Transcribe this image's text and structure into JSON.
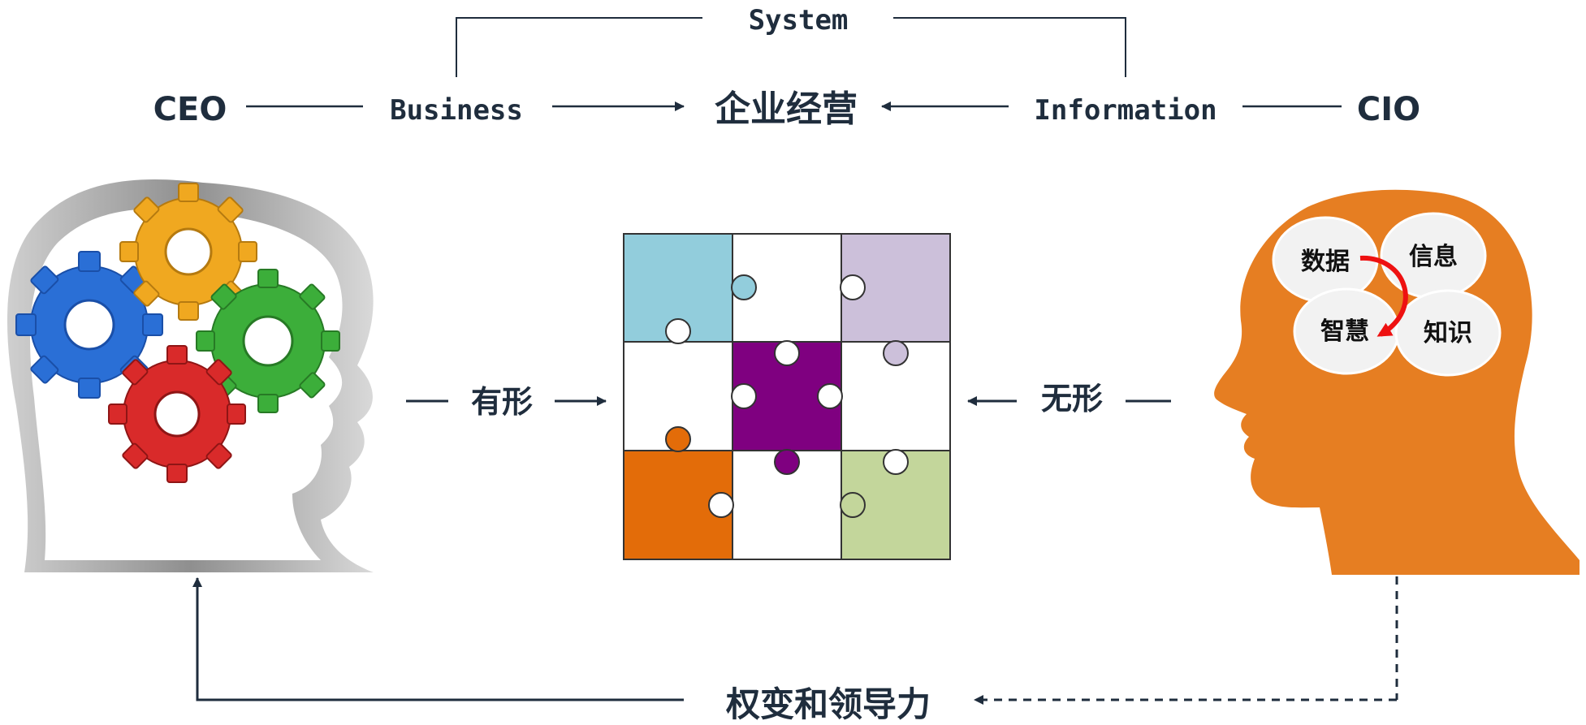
{
  "top": {
    "system_label": "System",
    "ceo_label": "CEO",
    "business_label": "Business",
    "center_label": "企业经营",
    "information_label": "Information",
    "cio_label": "CIO"
  },
  "middle": {
    "tangible_label": "有形",
    "intangible_label": "无形"
  },
  "right_head": {
    "bubbles": [
      "数据",
      "信息",
      "智慧",
      "知识"
    ]
  },
  "bottom": {
    "leadership_label": "权变和领导力"
  },
  "colors": {
    "ink": "#1f2d3d",
    "orange_head": "#e67e22",
    "puzzle_blue": "#92cddc",
    "puzzle_lavender": "#ccc0da",
    "puzzle_purple": "#7f0080",
    "puzzle_orange": "#e36c09",
    "puzzle_green": "#c3d69b",
    "gear_blue": "#2a6fd6",
    "gear_yellow": "#f0a820",
    "gear_green": "#3cae3a",
    "gear_red": "#d92a2a",
    "cycle_arrow": "#ee1111"
  }
}
